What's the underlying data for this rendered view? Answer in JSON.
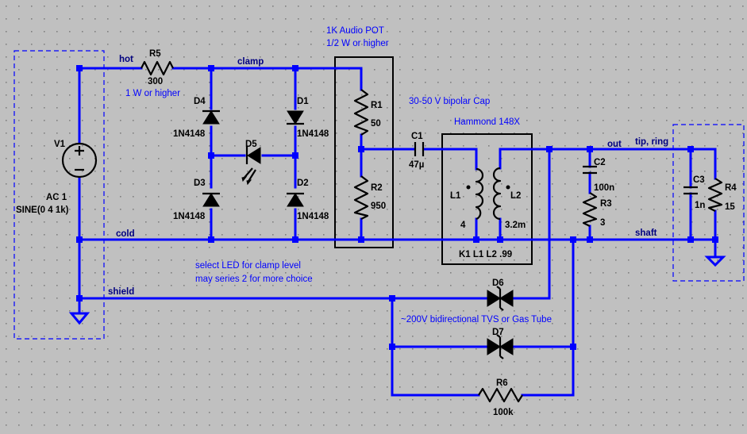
{
  "components": {
    "v1": {
      "name": "V1",
      "type": "AC 1",
      "value": "SINE(0 4 1k)"
    },
    "r5": {
      "name": "R5",
      "value": "300"
    },
    "d4": {
      "name": "D4",
      "part": "1N4148"
    },
    "d3": {
      "name": "D3",
      "part": "1N4148"
    },
    "d1": {
      "name": "D1",
      "part": "1N4148"
    },
    "d2": {
      "name": "D2",
      "part": "1N4148"
    },
    "d5": {
      "name": "D5"
    },
    "r1": {
      "name": "R1",
      "value": "50"
    },
    "r2": {
      "name": "R2",
      "value": "950"
    },
    "c1": {
      "name": "C1",
      "value": "47µ"
    },
    "l1": {
      "name": "L1",
      "value": "4"
    },
    "l2": {
      "name": "L2",
      "value": "3.2m"
    },
    "coupling": "K1 L1 L2 .99",
    "c2": {
      "name": "C2",
      "value": "100n"
    },
    "r3": {
      "name": "R3",
      "value": "3"
    },
    "c3": {
      "name": "C3",
      "value": "1n"
    },
    "r4": {
      "name": "R4",
      "value": "15"
    },
    "d6": {
      "name": "D6"
    },
    "d7": {
      "name": "D7"
    },
    "r6": {
      "name": "R6",
      "value": "100k"
    }
  },
  "nets": {
    "hot": "hot",
    "clamp": "clamp",
    "cold": "cold",
    "shield": "shield",
    "out": "out",
    "tip_ring": "tip, ring",
    "shaft": "shaft"
  },
  "notes": {
    "r5_rating": "1 W or higher",
    "pot_title": "1K  Audio POT",
    "pot_rating": "1/2 W or higher",
    "cap_note": "30-50 V bipolar Cap",
    "transformer": "Hammond 148X",
    "led_note_1": "select LED for clamp level",
    "led_note_2": "may series 2 for more choice",
    "tvs_note": "~200V bidirectional TVS or Gas Tube"
  },
  "colors": {
    "background": "#c0c0c0",
    "wire": "#0000ff",
    "component": "#000000",
    "grid_dot": "#808080"
  }
}
